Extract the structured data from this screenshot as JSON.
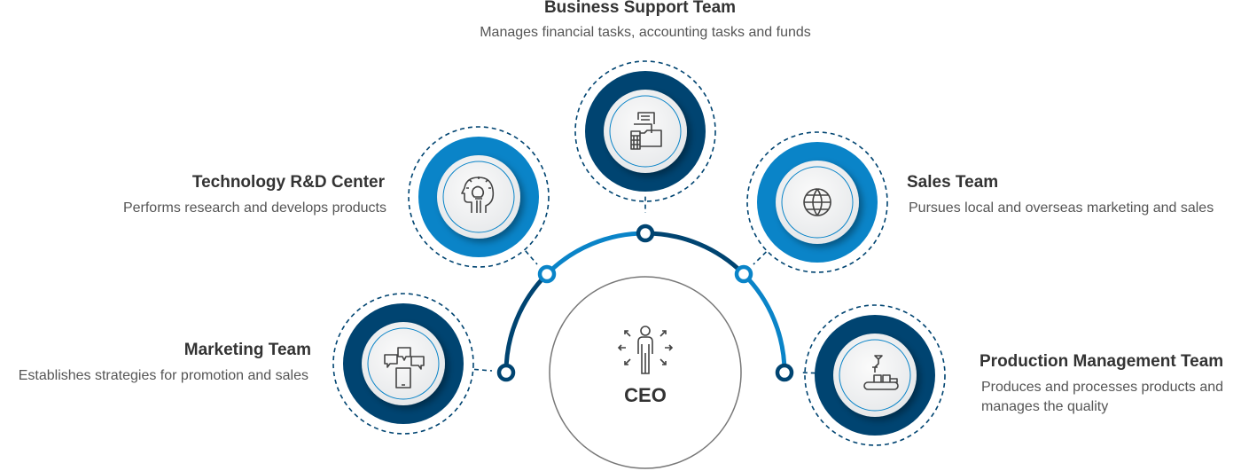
{
  "colors": {
    "dark": "#004471",
    "blue": "#0a84c8",
    "text": "#333333"
  },
  "ceo": {
    "label": "CEO",
    "icon": "person-arrows-icon"
  },
  "teams": [
    {
      "id": "business",
      "title": "Business Support Team",
      "description": "Manages financial tasks, accounting tasks and funds",
      "icon": "calculator-folder-icon"
    },
    {
      "id": "tech",
      "title": "Technology R&D Center",
      "description": "Performs research and develops products",
      "icon": "head-lightbulb-icon"
    },
    {
      "id": "sales",
      "title": "Sales Team",
      "description": "Pursues local and overseas marketing and sales",
      "icon": "globe-network-icon"
    },
    {
      "id": "marketing",
      "title": "Marketing Team",
      "description": "Establishes strategies for promotion and sales",
      "icon": "phone-chat-icon"
    },
    {
      "id": "production",
      "title": "Production Management Team",
      "description": "Produces and processes products and",
      "description2": "manages the quality",
      "icon": "conveyor-robot-icon"
    }
  ]
}
